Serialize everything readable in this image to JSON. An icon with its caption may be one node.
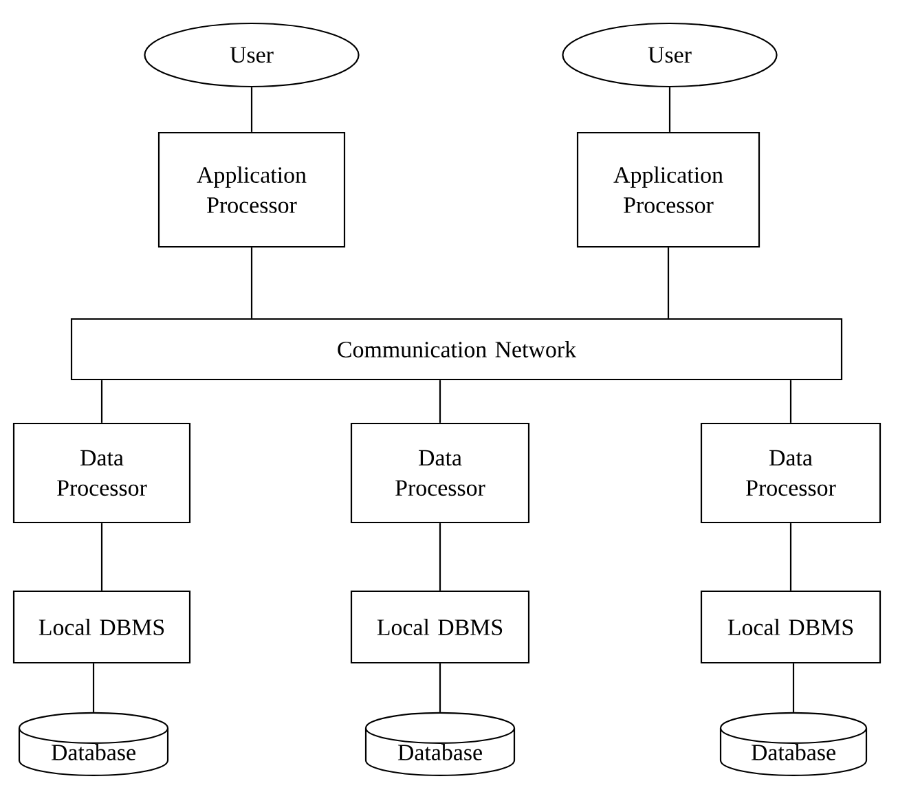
{
  "diagram": {
    "nodes": [
      {
        "text": [
          "User"
        ]
      },
      {
        "text": [
          "User"
        ]
      },
      {
        "text": [
          "Application Processor"
        ]
      },
      {
        "text": [
          "Application Processor"
        ]
      },
      {
        "text": [
          "Communication Network"
        ]
      },
      {
        "text": [
          "Data Processor"
        ]
      },
      {
        "text": [
          "Data Processor"
        ]
      },
      {
        "text": [
          "Data Processor"
        ]
      },
      {
        "text": [
          "Local DBMS"
        ]
      },
      {
        "text": [
          "Local DBMS"
        ]
      },
      {
        "text": [
          "Local DBMS"
        ]
      },
      {
        "text": [
          "Database"
        ]
      },
      {
        "text": [
          "Database"
        ]
      },
      {
        "text": [
          "Database"
        ]
      }
    ],
    "edges": [
      {
        "from": 0,
        "to": 2,
        "arrow": "none"
      },
      {
        "from": 1,
        "to": 3,
        "arrow": "none"
      },
      {
        "from": 2,
        "to": 4,
        "arrow": "none"
      },
      {
        "from": 3,
        "to": 4,
        "arrow": "none"
      },
      {
        "from": 4,
        "to": 5,
        "arrow": "none"
      },
      {
        "from": 4,
        "to": 6,
        "arrow": "none"
      },
      {
        "from": 4,
        "to": 7,
        "arrow": "none"
      },
      {
        "from": 5,
        "to": 8,
        "arrow": "none"
      },
      {
        "from": 6,
        "to": 9,
        "arrow": "none"
      },
      {
        "from": 7,
        "to": 10,
        "arrow": "none"
      },
      {
        "from": 8,
        "to": 11,
        "arrow": "none"
      },
      {
        "from": 9,
        "to": 12,
        "arrow": "none"
      },
      {
        "from": 10,
        "to": 13,
        "arrow": "none"
      }
    ]
  }
}
